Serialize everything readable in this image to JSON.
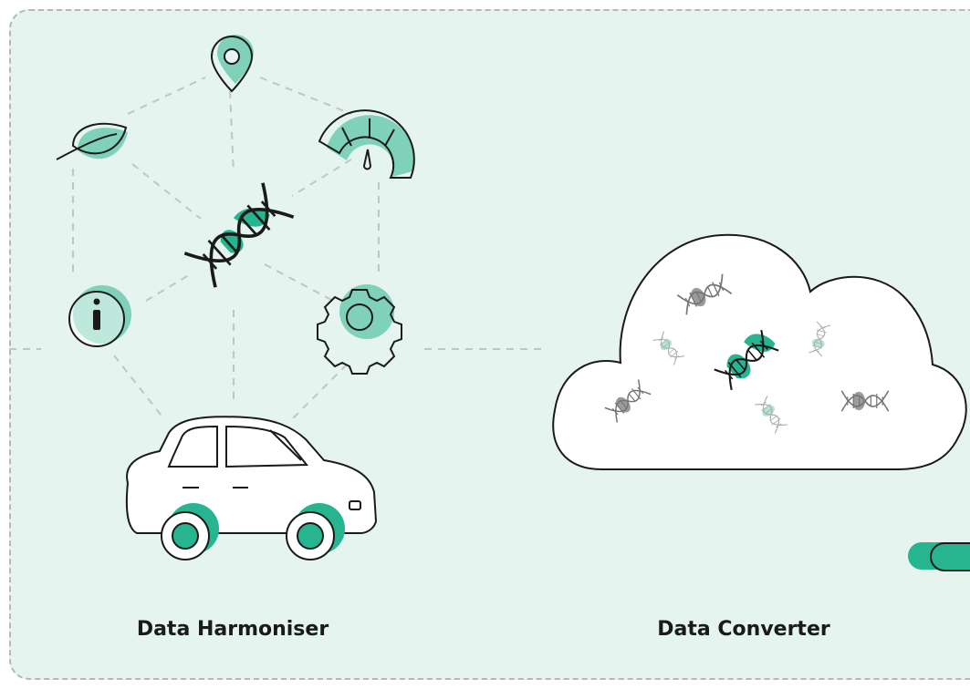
{
  "labels": {
    "harmoniser": "Data Harmoniser",
    "converter": "Data Converter"
  },
  "colors": {
    "background": "#e6f4f0",
    "accent": "#27b591",
    "accent_light": "#7fd1b9",
    "stroke": "#1a1a1a",
    "dashed_line": "#c4c4c4",
    "dna_gray": "#8a8a8a"
  },
  "icons": {
    "node_icons": [
      "location-pin-icon",
      "leaf-icon",
      "speedometer-icon",
      "dna-icon",
      "info-icon",
      "gear-icon",
      "car-icon"
    ],
    "cloud": "cloud-icon",
    "cloud_dna_count": 7,
    "toggle": "toggle-switch-icon"
  }
}
